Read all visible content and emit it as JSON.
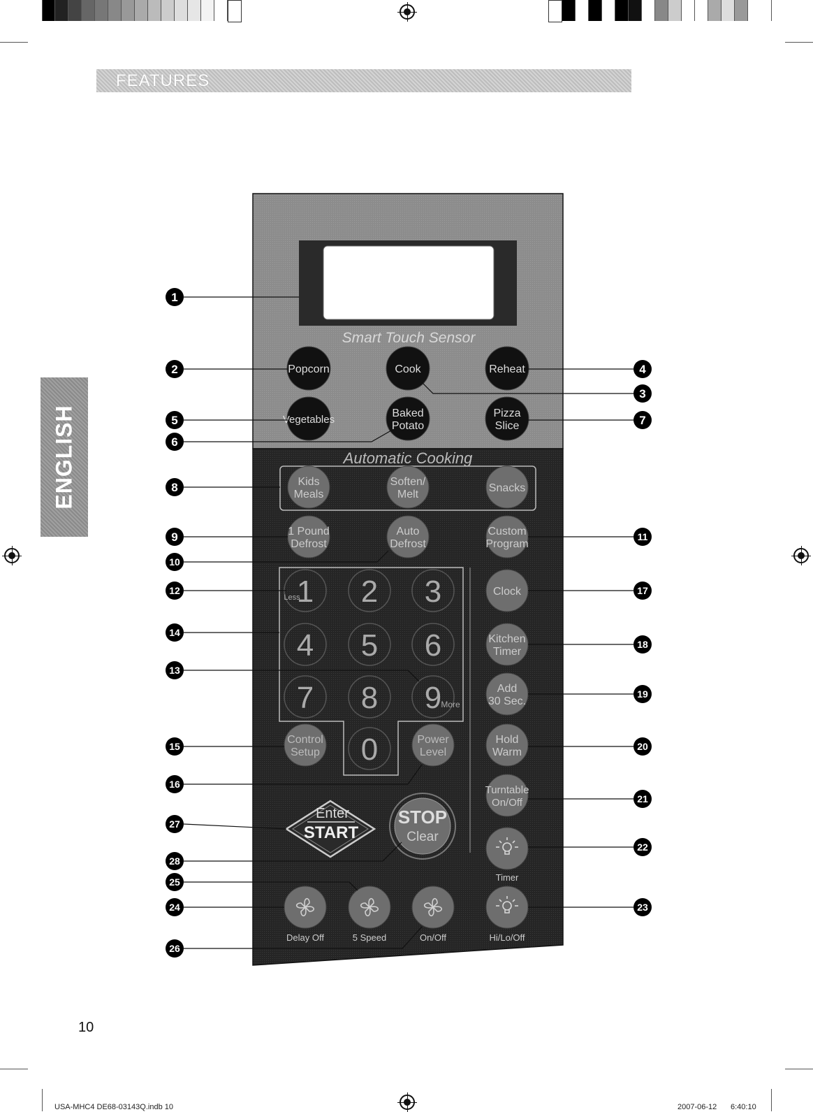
{
  "header": {
    "section_title": "FEATURES",
    "colors": {
      "band": "#c8c8c8"
    }
  },
  "side_tab": {
    "label": "ENGLISH"
  },
  "panel": {
    "brand_line": "Smart Touch Sensor",
    "auto_heading": "Automatic Cooking",
    "colors": {
      "upper": "#8a8a8a",
      "lower": "#262626",
      "dark_button": "#111111",
      "grey_button": "#6e6e6e"
    },
    "sensor_buttons": [
      {
        "label": "Popcorn"
      },
      {
        "label": "Cook"
      },
      {
        "label": "Reheat"
      },
      {
        "line1": "Vegetables"
      },
      {
        "line1": "Baked",
        "line2": "Potato"
      },
      {
        "line1": "Pizza",
        "line2": "Slice"
      }
    ],
    "auto_buttons": [
      {
        "line1": "Kids",
        "line2": "Meals"
      },
      {
        "line1": "Soften/",
        "line2": "Melt"
      },
      {
        "line1": "Snacks"
      }
    ],
    "defrost_buttons": [
      {
        "line1": "1 Pound",
        "line2": "Defrost"
      },
      {
        "line1": "Auto",
        "line2": "Defrost"
      },
      {
        "line1": "Custom",
        "line2": "Program"
      }
    ],
    "keypad": {
      "digits": [
        "1",
        "2",
        "3",
        "4",
        "5",
        "6",
        "7",
        "8",
        "9",
        "0"
      ],
      "less_label": "Less",
      "more_label": "More"
    },
    "side_buttons": [
      {
        "line1": "Clock"
      },
      {
        "line1": "Kitchen",
        "line2": "Timer"
      },
      {
        "line1": "Add",
        "line2": "30 Sec."
      },
      {
        "line1": "Hold",
        "line2": "Warm"
      },
      {
        "line1": "Turntable",
        "line2": "On/Off"
      }
    ],
    "control_setup": {
      "line1": "Control",
      "line2": "Setup"
    },
    "power_level": {
      "line1": "Power",
      "line2": "Level"
    },
    "enter_start": {
      "line1": "Enter",
      "line2": "START"
    },
    "stop_clear": {
      "line1": "STOP",
      "line2": "Clear"
    },
    "timer_light_label": "Timer",
    "fan_labels": [
      "Delay Off",
      "5 Speed",
      "On/Off",
      "Hi/Lo/Off"
    ],
    "icons": [
      "fan-icon",
      "fan-icon",
      "fan-icon",
      "light-bulb-icon",
      "light-bulb-icon"
    ]
  },
  "callouts": [
    "1",
    "2",
    "3",
    "4",
    "5",
    "6",
    "7",
    "8",
    "9",
    "10",
    "11",
    "12",
    "13",
    "14",
    "15",
    "16",
    "17",
    "18",
    "19",
    "20",
    "21",
    "22",
    "23",
    "24",
    "25",
    "26",
    "27",
    "28"
  ],
  "page_number": "10",
  "footer": {
    "file": "USA-MHC4 DE68-03143Q.indb   10",
    "date": "2007-06-12",
    "time": "6:40:10"
  }
}
